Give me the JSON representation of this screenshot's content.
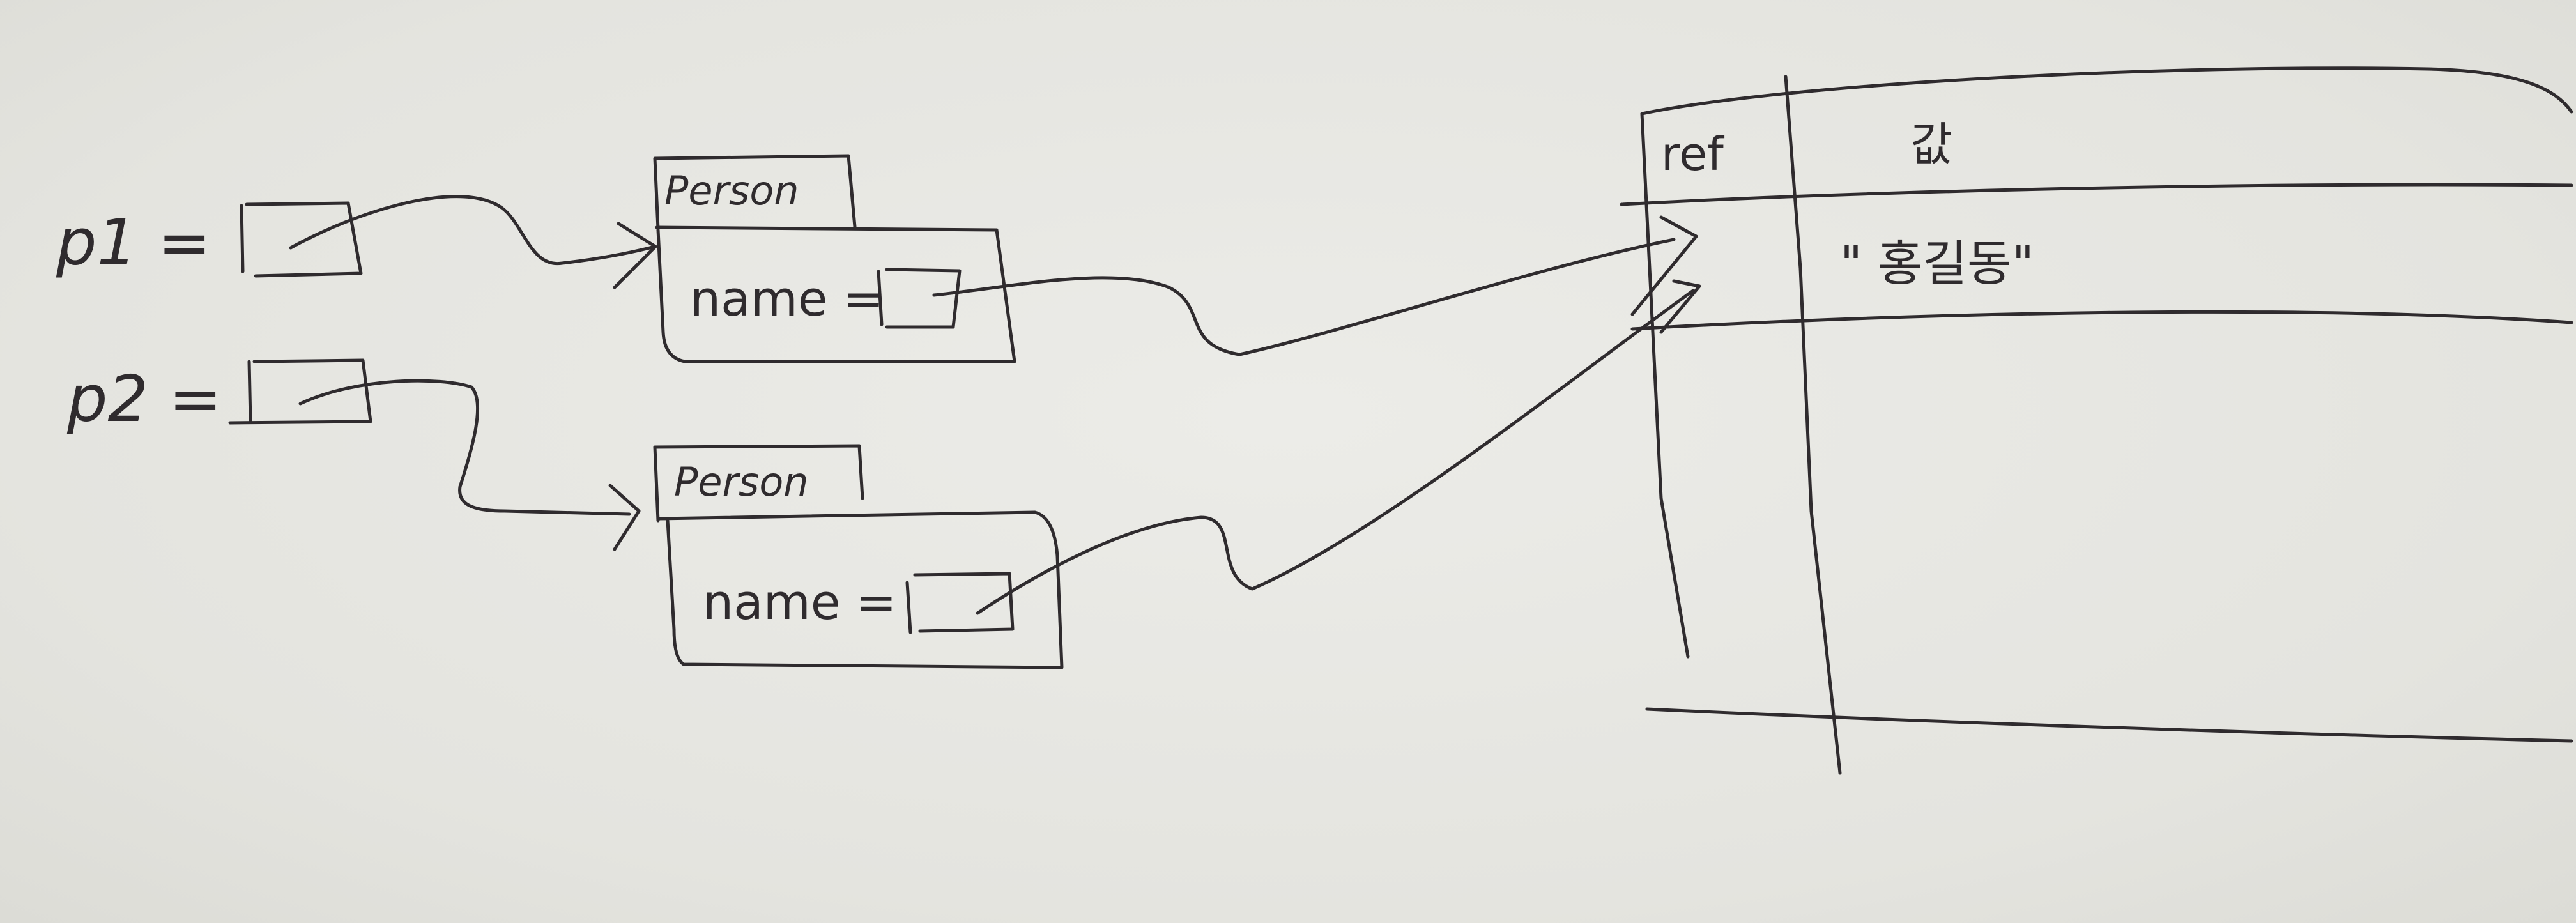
{
  "variables": [
    {
      "label": "p1 ="
    },
    {
      "label": "p2 ="
    }
  ],
  "objects": [
    {
      "class_name": "Person",
      "field": "name ="
    },
    {
      "class_name": "Person",
      "field": "name ="
    }
  ],
  "table": {
    "headers": {
      "ref": "ref",
      "value": "값"
    },
    "rows": [
      {
        "value": "\" 홍길동\""
      }
    ]
  }
}
